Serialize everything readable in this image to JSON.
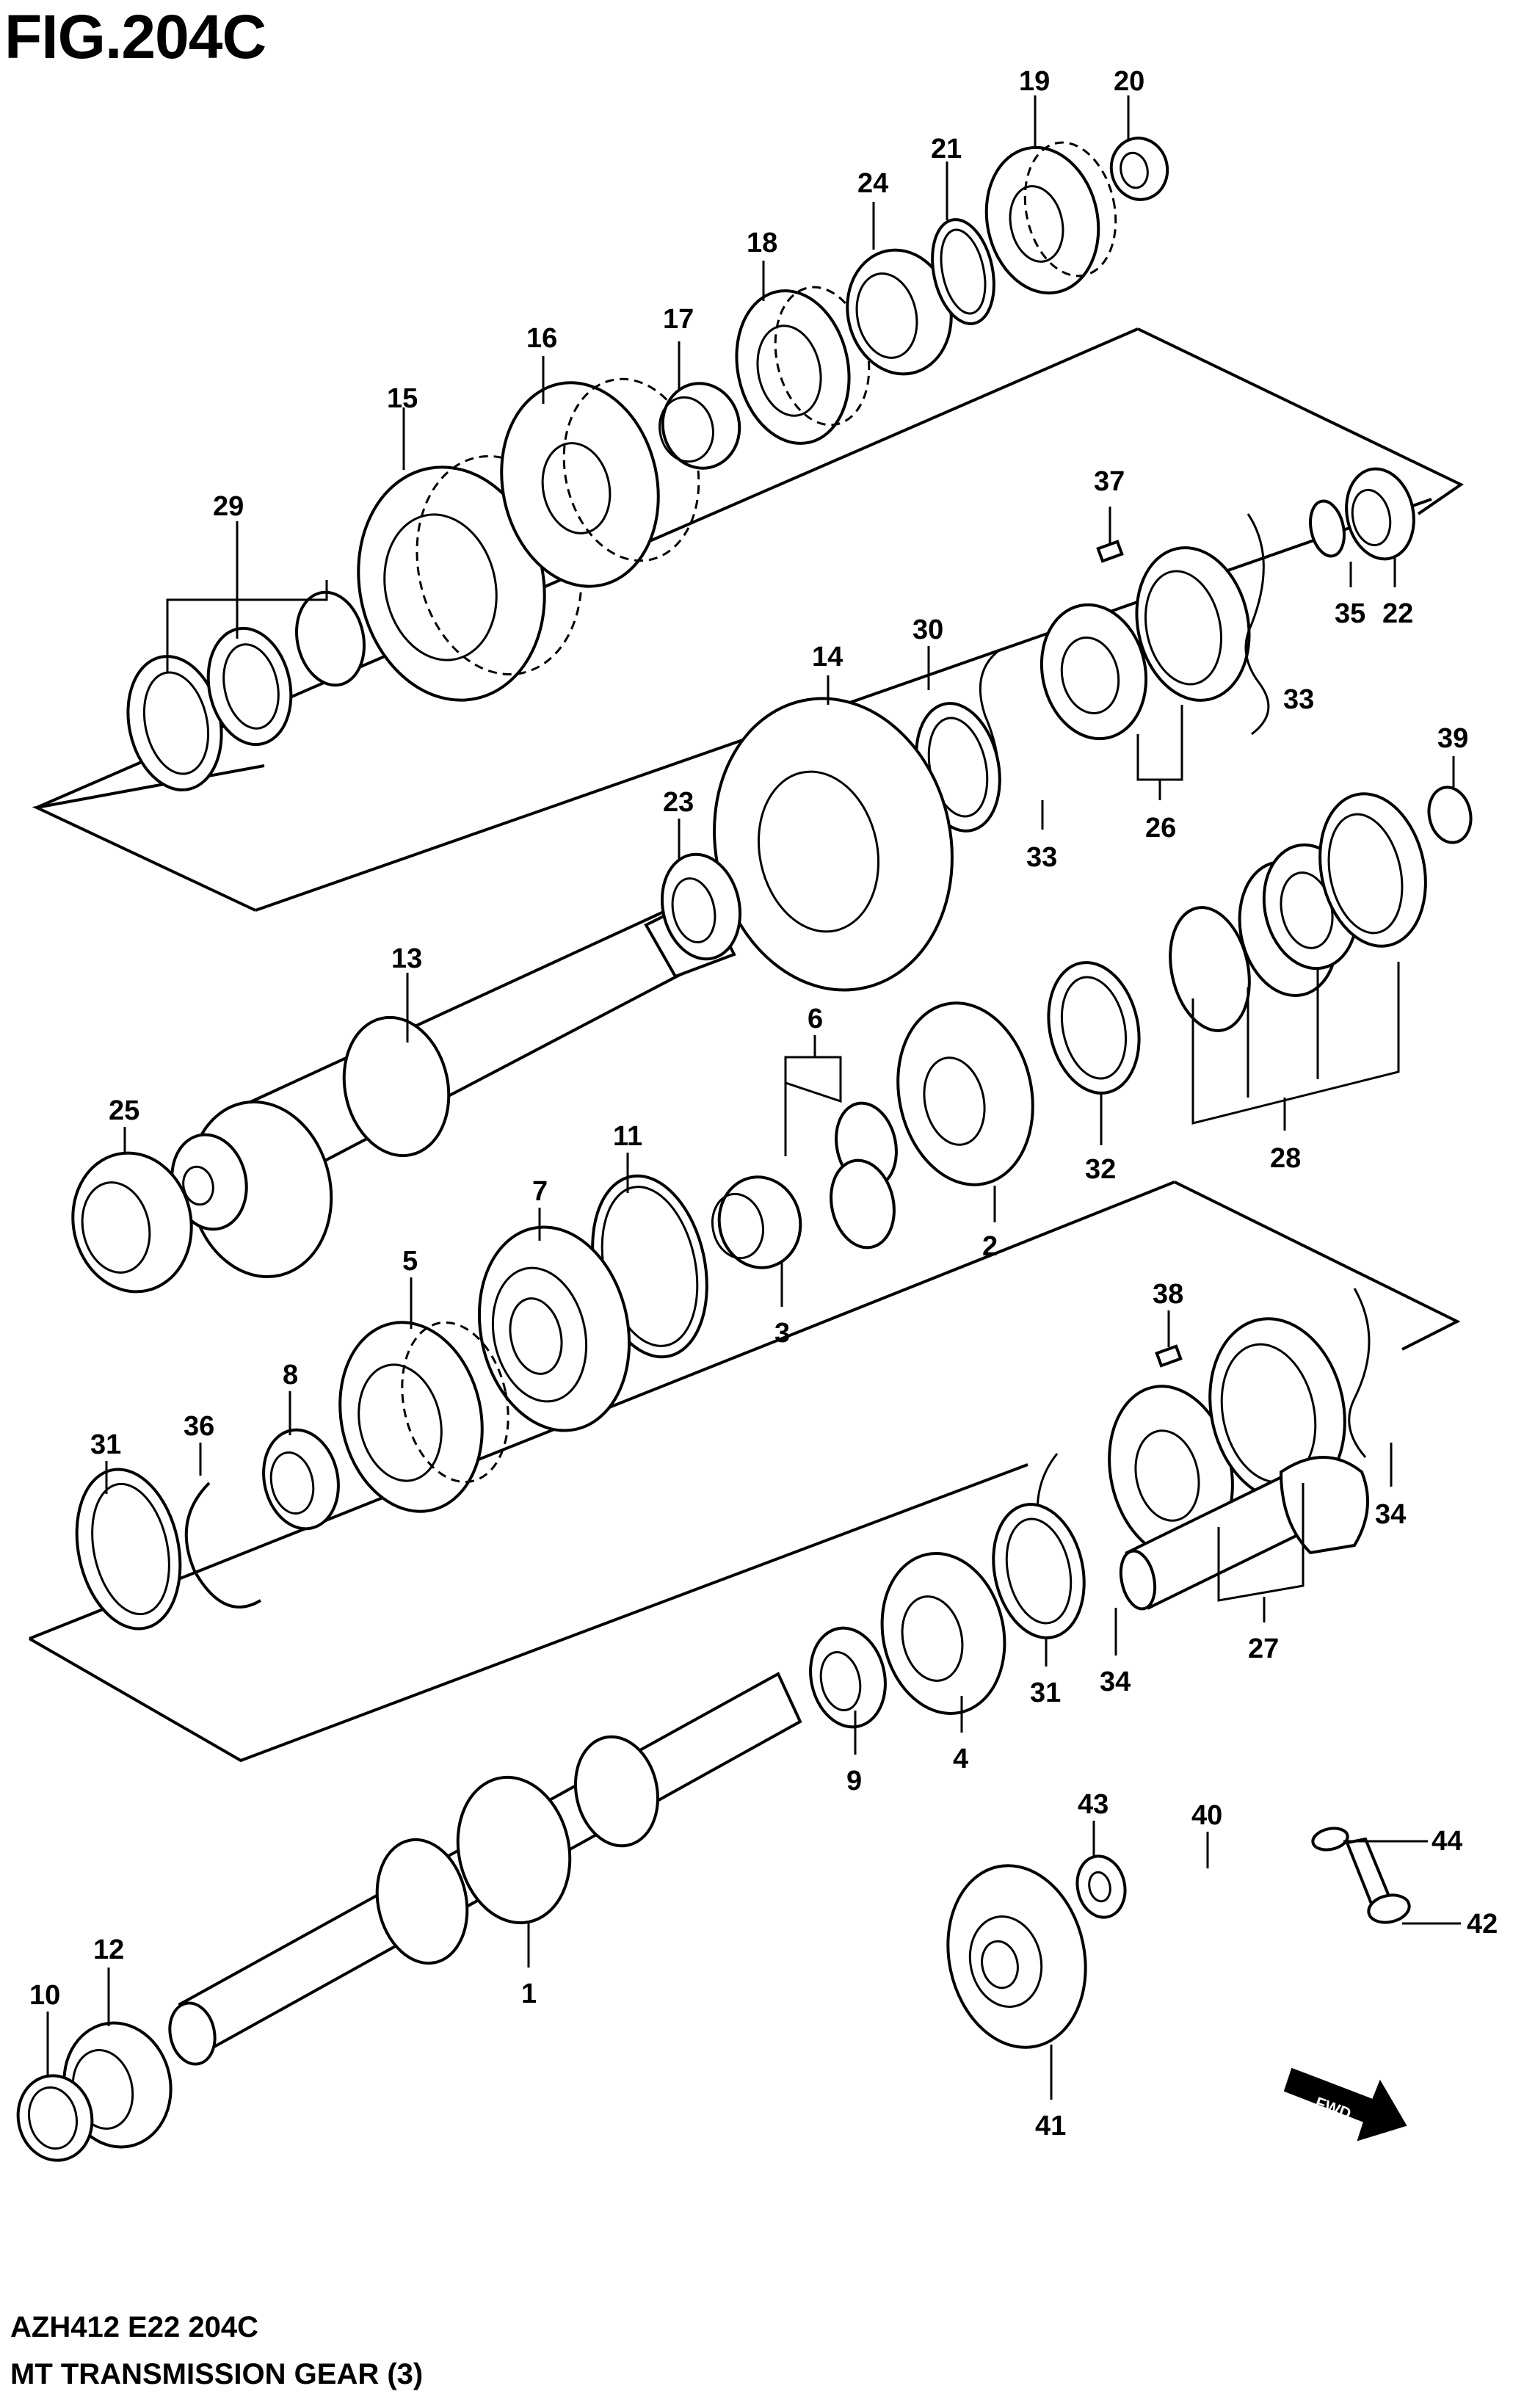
{
  "figure": {
    "title": "FIG.204C",
    "footer_code": "AZH412 E22 204C",
    "footer_name": "MT TRANSMISSION GEAR (3)",
    "direction_label": "FWD"
  },
  "callouts": {
    "n1": "1",
    "n2": "2",
    "n3": "3",
    "n4": "4",
    "n5": "5",
    "n6": "6",
    "n7": "7",
    "n8": "8",
    "n9": "9",
    "n10": "10",
    "n11": "11",
    "n12": "12",
    "n13": "13",
    "n14": "14",
    "n15": "15",
    "n16": "16",
    "n17": "17",
    "n18": "18",
    "n19": "19",
    "n20": "20",
    "n21": "21",
    "n22": "22",
    "n23": "23",
    "n24": "24",
    "n25": "25",
    "n26": "26",
    "n27": "27",
    "n28": "28",
    "n29": "29",
    "n30": "30",
    "n31a": "31",
    "n31b": "31",
    "n32": "32",
    "n33a": "33",
    "n33b": "33",
    "n34a": "34",
    "n34b": "34",
    "n35": "35",
    "n36": "36",
    "n37": "37",
    "n38": "38",
    "n39": "39",
    "n40": "40",
    "n41": "41",
    "n42": "42",
    "n43": "43",
    "n44": "44"
  },
  "icons": {
    "gear": "gear-icon",
    "bearing": "bearing-icon",
    "shaft": "shaft-icon",
    "ring": "snap-ring-icon",
    "arrow": "fwd-arrow-icon"
  }
}
